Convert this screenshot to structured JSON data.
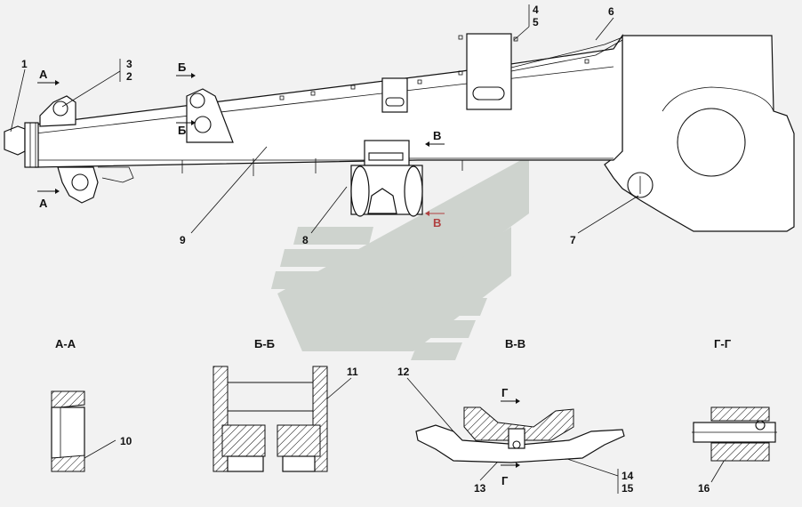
{
  "callouts": {
    "c1": "1",
    "c2": "2",
    "c3": "3",
    "c4": "4",
    "c5": "5",
    "c6": "6",
    "c7": "7",
    "c8": "8",
    "c9": "9",
    "c10": "10",
    "c11": "11",
    "c12": "12",
    "c13": "13",
    "c14": "14",
    "c15": "15",
    "c16": "16"
  },
  "section_marks": {
    "a_top": "А",
    "a_bottom": "А",
    "b_top": "Б",
    "b_bottom": "Б",
    "v_top": "В",
    "v_bottom": "В",
    "g_top": "Г",
    "g_bottom": "Г"
  },
  "section_titles": {
    "aa": "А-А",
    "bb": "Б-Б",
    "vv": "В-В",
    "gg": "Г-Г"
  },
  "colors": {
    "background": "#f2f2f2",
    "line": "#111111",
    "watermark": "#c8cec8",
    "mark_red": "#b04040"
  }
}
